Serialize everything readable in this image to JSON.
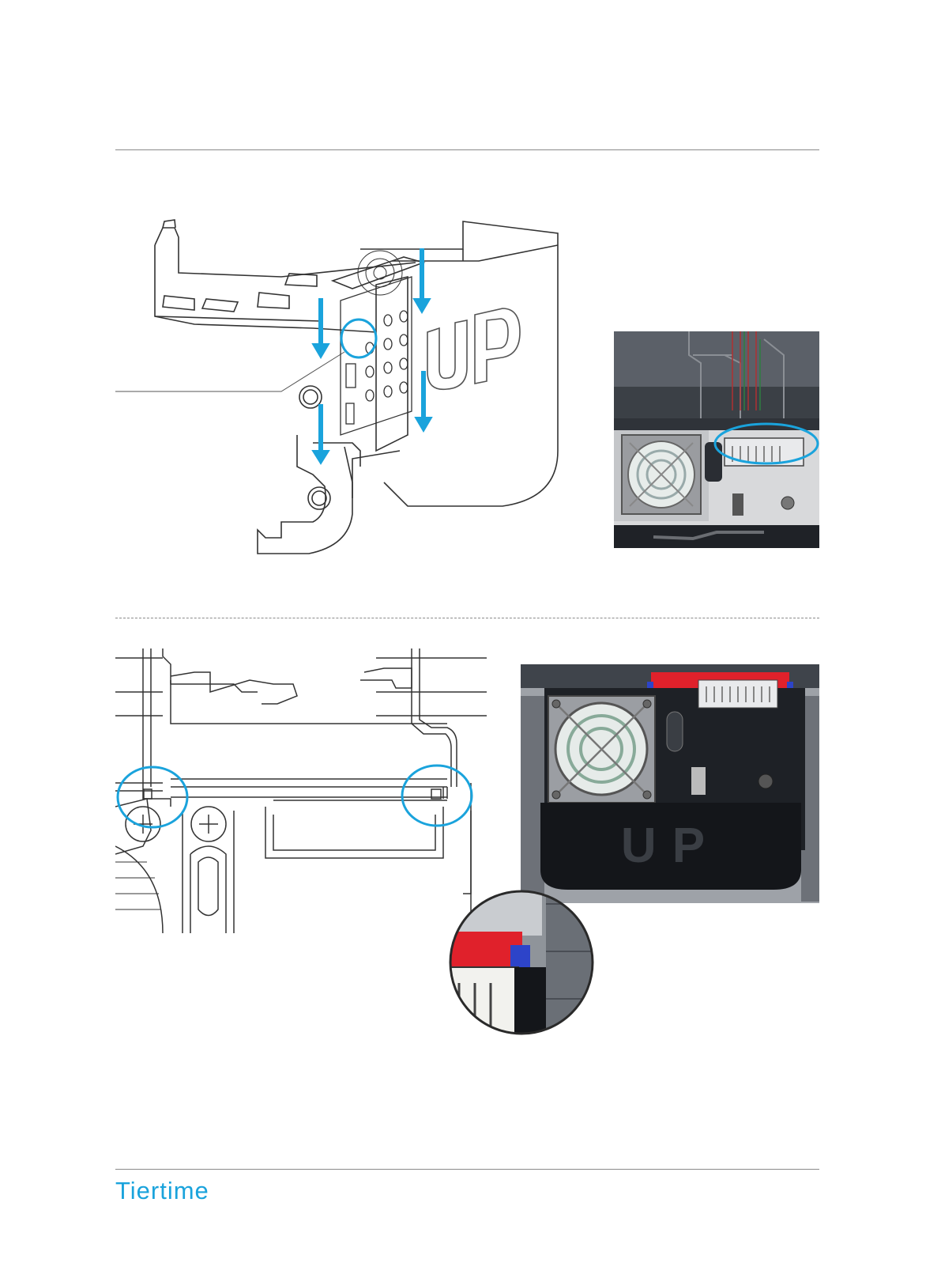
{
  "figures": {
    "top_left": {
      "text": "UP"
    },
    "bottom_right": {
      "text": "UP"
    }
  },
  "footer": {
    "brand": "Tiertime"
  },
  "colors": {
    "accent": "#1aa3dc",
    "connector_red": "#e0212b",
    "connector_blue": "#2d44c9",
    "rule": "#8a8a8a"
  }
}
